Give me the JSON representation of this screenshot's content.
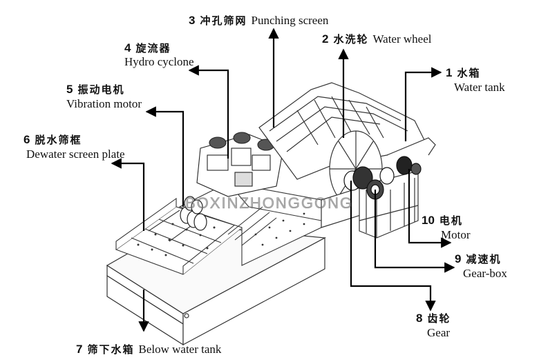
{
  "diagram": {
    "title": "Sand washing machine components",
    "watermark": "BOXINZHONGGONG",
    "components": [
      {
        "num": "1",
        "zh": "水箱",
        "en": "Water tank"
      },
      {
        "num": "2",
        "zh": "水洗轮",
        "en": "Water wheel"
      },
      {
        "num": "3",
        "zh": "冲孔筛网",
        "en": "Punching screen"
      },
      {
        "num": "4",
        "zh": "旋流器",
        "en": "Hydro cyclone"
      },
      {
        "num": "5",
        "zh": "振动电机",
        "en": "Vibration motor"
      },
      {
        "num": "6",
        "zh": "脱水筛框",
        "en": "Dewater screen plate"
      },
      {
        "num": "7",
        "zh": "筛下水箱",
        "en": "Below water tank"
      },
      {
        "num": "8",
        "zh": "齿轮",
        "en": "Gear"
      },
      {
        "num": "9",
        "zh": "减速机",
        "en": "Gear-box"
      },
      {
        "num": "10",
        "zh": "电机",
        "en": "Motor"
      }
    ]
  }
}
